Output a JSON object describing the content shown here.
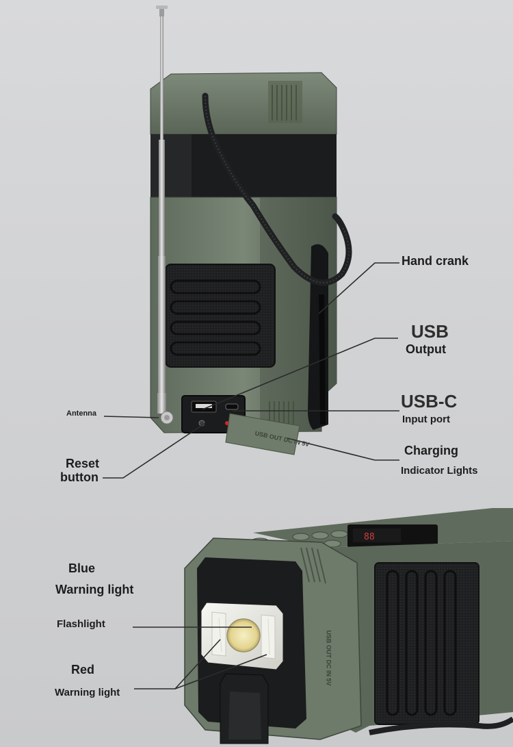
{
  "top_view": {
    "callouts": {
      "hand_crank": "Hand crank",
      "usb_output_line1": "USB",
      "usb_output_line2": "Output",
      "usbc_line1": "USB-C",
      "usbc_line2": "Input port",
      "charging_line1": "Charging",
      "charging_line2": "Indicator Lights",
      "antenna": "Antenna",
      "reset_line1": "Reset",
      "reset_line2": "button"
    },
    "port_cover_text": "USB OUT  DC IN  5V"
  },
  "bottom_view": {
    "callouts": {
      "blue_line1": "Blue",
      "blue_line2": "Warning light",
      "flashlight": "Flashlight",
      "red_line1": "Red",
      "red_line2": "Warning light"
    },
    "side_cover_text": "USB OUT  DC IN  5V"
  },
  "colors": {
    "body_green": "#6a7666",
    "body_dark": "#4d574b",
    "black_panel": "#1b1c1d",
    "accent_red": "#e0202a"
  }
}
